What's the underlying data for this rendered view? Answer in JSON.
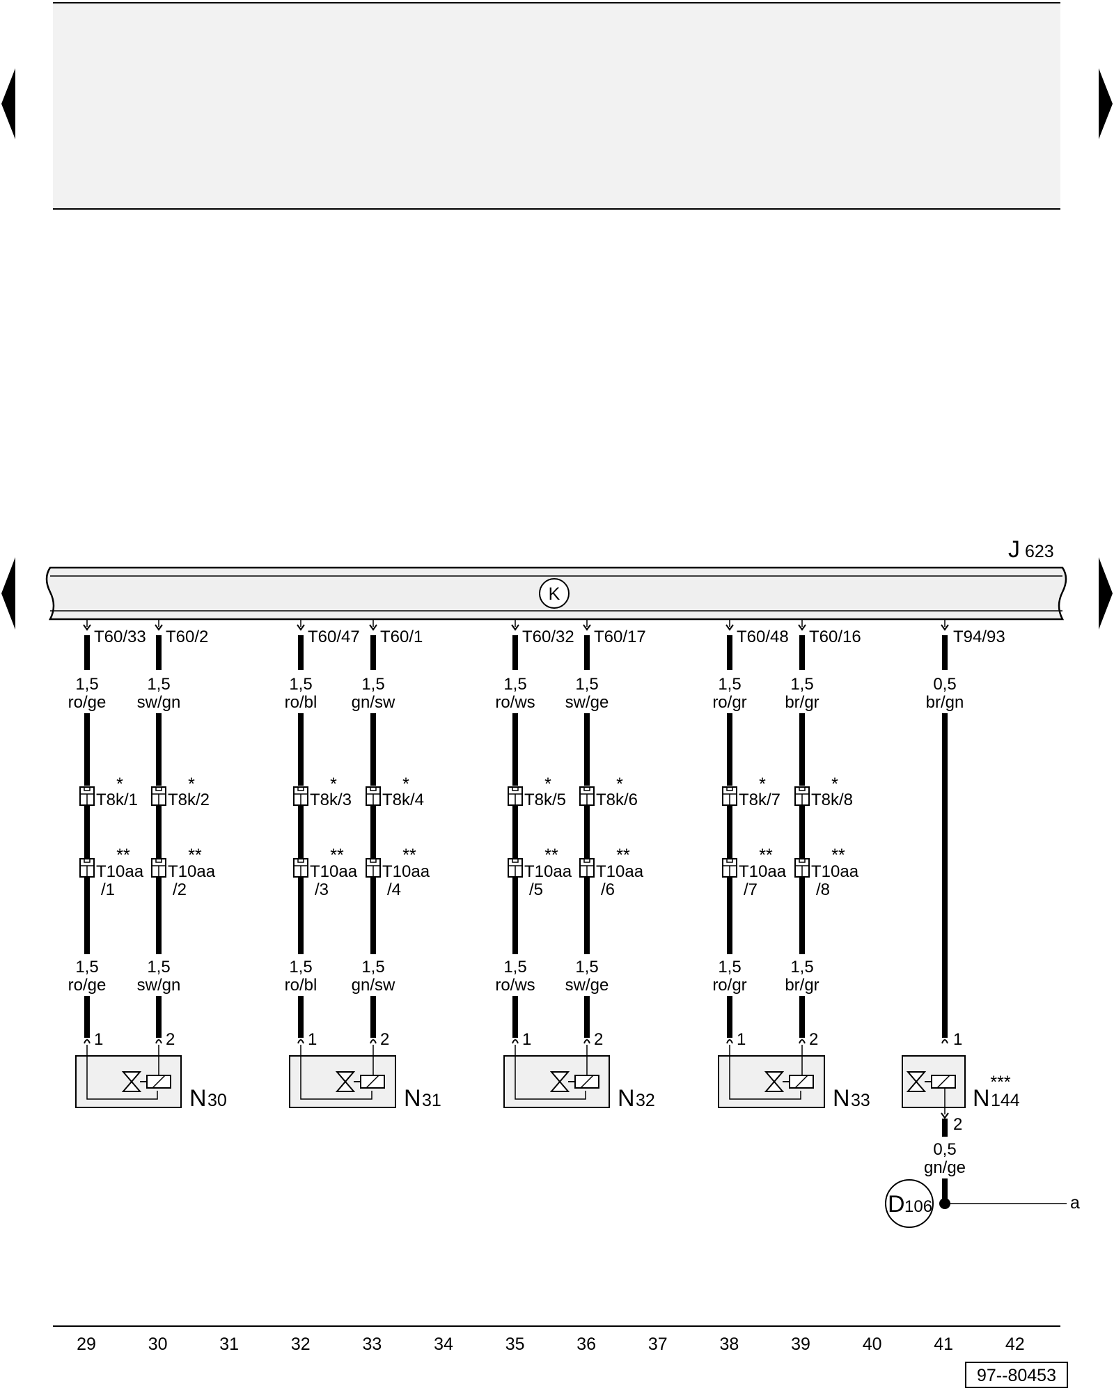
{
  "component_label": {
    "letter": "J",
    "number": "623"
  },
  "ground_symbol": "K",
  "channels": [
    {
      "pins": [
        {
          "pin": "T60/33",
          "size": "1,5",
          "color": "ro/ge",
          "star": "*",
          "c1": "T8k/1",
          "star2": "**",
          "c2": "T10aa",
          "c2pin": "/1",
          "end": "1"
        },
        {
          "pin": "T60/2",
          "size": "1,5",
          "color": "sw/gn",
          "star": "*",
          "c1": "T8k/2",
          "star2": "**",
          "c2": "T10aa",
          "c2pin": "/2",
          "end": "2"
        }
      ],
      "device": {
        "letter": "N",
        "number": "30"
      }
    },
    {
      "pins": [
        {
          "pin": "T60/47",
          "size": "1,5",
          "color": "ro/bl",
          "star": "*",
          "c1": "T8k/3",
          "star2": "**",
          "c2": "T10aa",
          "c2pin": "/3",
          "end": "1"
        },
        {
          "pin": "T60/1",
          "size": "1,5",
          "color": "gn/sw",
          "star": "*",
          "c1": "T8k/4",
          "star2": "**",
          "c2": "T10aa",
          "c2pin": "/4",
          "end": "2"
        }
      ],
      "device": {
        "letter": "N",
        "number": "31"
      }
    },
    {
      "pins": [
        {
          "pin": "T60/32",
          "size": "1,5",
          "color": "ro/ws",
          "star": "*",
          "c1": "T8k/5",
          "star2": "**",
          "c2": "T10aa",
          "c2pin": "/5",
          "end": "1"
        },
        {
          "pin": "T60/17",
          "size": "1,5",
          "color": "sw/ge",
          "star": "*",
          "c1": "T8k/6",
          "star2": "**",
          "c2": "T10aa",
          "c2pin": "/6",
          "end": "2"
        }
      ],
      "device": {
        "letter": "N",
        "number": "32"
      }
    },
    {
      "pins": [
        {
          "pin": "T60/48",
          "size": "1,5",
          "color": "ro/gr",
          "star": "*",
          "c1": "T8k/7",
          "star2": "**",
          "c2": "T10aa",
          "c2pin": "/7",
          "end": "1"
        },
        {
          "pin": "T60/16",
          "size": "1,5",
          "color": "br/gr",
          "star": "*",
          "c1": "T8k/8",
          "star2": "**",
          "c2": "T10aa",
          "c2pin": "/8",
          "end": "2"
        }
      ],
      "device": {
        "letter": "N",
        "number": "33"
      }
    }
  ],
  "single": {
    "pin": "T94/93",
    "size": "0,5",
    "color": "br/gn",
    "end": "1",
    "device": {
      "letter": "N",
      "number": "144",
      "stars": "***"
    },
    "out_pin": "2",
    "out_size": "0,5",
    "out_color": "gn/ge",
    "splice": {
      "letter": "D",
      "number": "106"
    },
    "ref": "a"
  },
  "footer_numbers": [
    "29",
    "30",
    "31",
    "32",
    "33",
    "34",
    "35",
    "36",
    "37",
    "38",
    "39",
    "40",
    "41",
    "42"
  ],
  "doc_code": "97--80453"
}
